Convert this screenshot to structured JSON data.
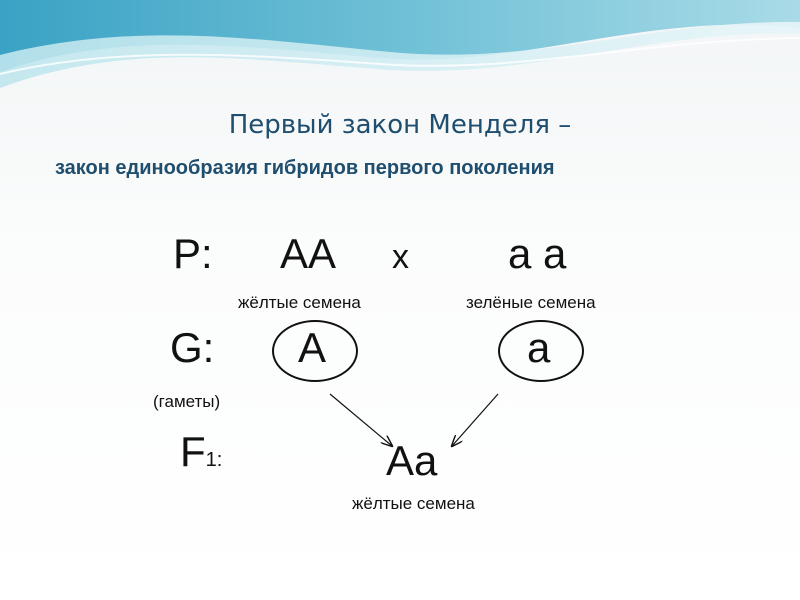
{
  "title": "Первый закон Менделя –",
  "subtitle": "закон единообразия гибридов первого поколения",
  "parents": {
    "label": "P:",
    "left_genotype": "AA",
    "cross_sign": "x",
    "right_genotype": "a a",
    "left_phenotype": "жёлтые семена",
    "right_phenotype": "зелёные семена"
  },
  "gametes": {
    "label": "G:",
    "note": "(гаметы)",
    "left": "A",
    "right": "a"
  },
  "offspring": {
    "label_letter": "F",
    "label_sub": "1:",
    "genotype": "Aa",
    "phenotype": "жёлтые семена"
  },
  "colors": {
    "title": "#1f4e6e",
    "text": "#111111",
    "banner_light": "#d8eef3",
    "banner_mid": "#7cc3d6",
    "banner_dark": "#2f8fb0"
  }
}
